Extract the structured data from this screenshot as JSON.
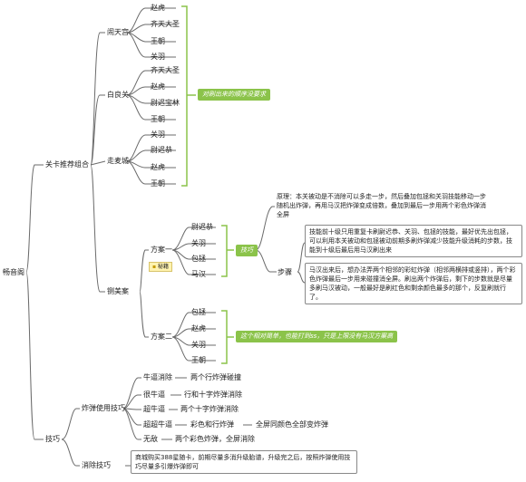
{
  "root": "畅音阁",
  "b1": {
    "label": "关卡推荐组合",
    "naotiangong": {
      "label": "闹天宫",
      "items": [
        "赵虎",
        "齐天大圣",
        "王朝",
        "关羽"
      ]
    },
    "bailiangguan": {
      "label": "白良关",
      "items": [
        "齐天大圣",
        "赵虎",
        "尉迟宝林",
        "王朝"
      ]
    },
    "zoumaicheng": {
      "label": "走麦城",
      "items": [
        "关羽",
        "尉迟恭",
        "赵虎",
        "王朝"
      ]
    },
    "note": "对刷出来的顺序没要求",
    "suimeian": {
      "label": "铡美案",
      "plan1": {
        "label": "方案一",
        "items": [
          "尉迟恭",
          "关羽",
          "包拯",
          "马汉"
        ],
        "tag": "秘籍",
        "tips": {
          "label": "技巧",
          "principle": "原理：本关被动是不消除可以多走一步，然后叠加包拯和关羽技能移动一步随机出炸弹，再用马汉把炸弹变成倍数，叠加到最后一步用两个彩色炸弹消全屏",
          "steps_label": "步骤",
          "step1": "技能前十级只用重复卡刷尉迟恭、关羽、包拯的技能，最好优先出包拯，可以利用本关被动和包拯被动前期多刷炸弹减少技能升级消耗的步数，技能到十级后最后用马汉刷出来",
          "step2": "马汉出来后，想办法弄两个相邻的彩虹炸弹（相邻两横排或竖排），两个彩色炸弹最后一步用来碰撞消全屏。刷出两个炸弹后，剩下的步数就是尽量多刷马汉被动，一般最好是刷红色和剩余颜色最多的那个，反复刷就行了。"
        }
      },
      "plan2": {
        "label": "方案二",
        "items": [
          "包拯",
          "赵虎",
          "关羽",
          "王朝"
        ],
        "note": "这个相对简单，也能打到ss，只是上限没有马汉方案高"
      }
    }
  },
  "b2": {
    "label": "技巧",
    "bombs": {
      "label": "炸弹使用技巧",
      "rows": [
        {
          "name": "牛逼消除",
          "detail": "两个行炸弹碰撞"
        },
        {
          "name": "很牛逼",
          "detail": "行和十字炸弹消除"
        },
        {
          "name": "超牛逼",
          "detail": "两个十字炸弹消除"
        },
        {
          "name": "超超牛逼",
          "detail": "彩色和行炸弹",
          "extra": "全屏同颜色全部变炸弹"
        },
        {
          "name": "无敌",
          "detail": "两个彩色炸弹，全屏消除"
        }
      ]
    },
    "elim": {
      "label": "消除技巧",
      "text": "商城购买388星随卡，前期尽量多消升级胎谱，升级完之后，按照炸弹使用技巧尽量多引爆炸弹即可"
    }
  }
}
